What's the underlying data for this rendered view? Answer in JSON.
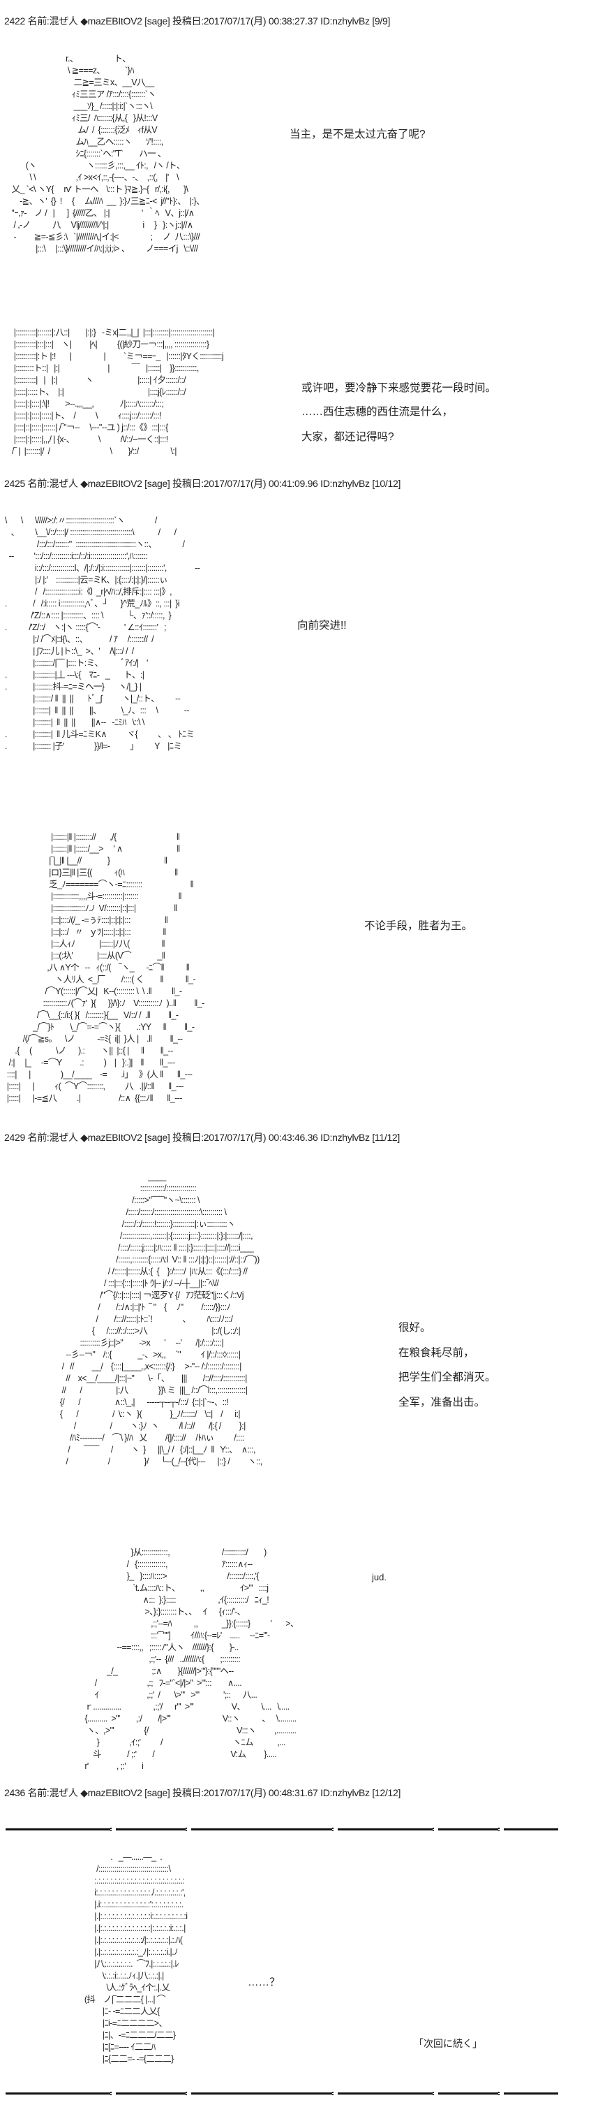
{
  "posts": [
    {
      "header": "2422 名前:混ぜ人 ◆mazEBItOV2 [sage] 投稿日:2017/07/17(月) 00:38:27.37 ID:nzhylvBz [9/9]"
    },
    {
      "header": "2425 名前:混ぜ人 ◆mazEBItOV2 [sage] 投稿日:2017/07/17(月) 00:41:09.96 ID:nzhylvBz [10/12]"
    },
    {
      "header": "2429 名前:混ぜ人 ◆mazEBItOV2 [sage] 投稿日:2017/07/17(月) 00:43:46.36 ID:nzhylvBz [11/12]"
    },
    {
      "header": "2436 名前:混ぜ人 ◆mazEBItOV2 [sage] 投稿日:2017/07/17(月) 00:48:31.67 ID:nzhylvBz [12/12]"
    }
  ],
  "dialogue": {
    "p1": "当主，是不是太过亢奋了呢?",
    "p2": [
      "或许吧，要冷静下来感觉要花一段时间。",
      "……西住志穗的西住流是什么，",
      "大家，都还记得吗?"
    ],
    "p3": "向前突进!!",
    "p4": "不论手段，胜者为王。",
    "p5": [
      "很好。",
      "在粮食耗尽前，",
      "把学生们全都消灭。",
      "全军，准备出击。"
    ],
    "p6": "jud.",
    "p7": "……？",
    "end": "「次回に続く」"
  },
  "aa": {
    "a1": "                              r.、                  ト、\n                               \\ ≧===z、          `}ﾊ\n                                  二≧=三ミx、__V八__\n                                 ｨﾐ三三ア /ｱ:::/::::{:::::::`ヽ\n                                  ___ｿ}_ /:::::|:|:i:|`ヽ:::ヽ\\\n                                 ｨﾐ三/  ﾊ:::::::{从,{   }从!:::V\n                                    ム/  /  {:::::::{泛ﾒ    ｨf从V\n                                   ムﾊ__乙ヘ:::::ヽ       ｿ'!::::,\n                                   ｼﾆ{:::::::`ヘ:\"T`        ハ一 、\n          (ヽ                         ヽ::::::彡,:::,__ ｲﾄ:,   /ヽ /ト、\n            \\ \\                    ,ｲ >x<ｲ,::,-{----、-、  ,::(,    |'    \\\n   乂_ `<\\ ヽY{     rv' ト一へ    \\:::ト }ﾏ≧.}ｰ{   r/,:i{,       }\\\n       -≧、ヽ'  {}  !     {     ム///ﾊ  __  }:}ﾉ三≧ﾆ-<  j//\"ﾄ}:、  |:}、\n   ''ｰ,ｧ-    ノ /   |      ]  {/////乙、 |:|                '  ｀ﾍ   V、j::|/∧\n    / ,-ノ           八     Vlj////////ﾙ^|:|                 i     }   }:ヽj::|//∧\n    -         ≧=-≦彡:\\   `|////////ﾊ,|イ:|<                ;     ノ  八:::\\}///\n               |:::\\     |:::\\}/////////イ/ﾊ:|;i;i;i> 、        ノ===イj   \\::\\///",
    "a2": "  |::::::::::|:::::::|:八::|        |:|:}   -ミx|二,,|_|  |:::|::::::::|:::::::::::::::::::::|\n  |::::::::::|:::|:::|    ヽ|         |ﾍ|          {(|紗刀ￚ￢:::|,,,, ::::::::::::::::}\n  |::::::::::|:ト |:!       |                |         `ミ￢==ｰ_   |::::::|ﾀYく:::::::::::j\n  |:::::::::ト::|   |:|                        |           ￣   |::::::|    }}:::::::::::,\n  |::::::::::|   |   |:|              ヽ                      |:::::| ｲ夕::::::/::/\n  |:::::|:::::ト、  |:|                                          |::::j{ﾚ::::::/::/\n  |:::::|:|::::|:\\|!        >-‐.,,,__,             ﾉ|:::::ﾊ:::::::/:::;\n  |:::::|:|::::|:::::|ト、  /          \\          ｨ::::j:::/::::::/:::!\n  |::::|::|:::::|::::::| /‾\"￢‐‐     \\‐-‐\"‐‐ユ ) j::/:::《》:::|:::{\n  |:::::|:|:::::|,,,/ | {x‐、            \\          /\\/::/‐‐一く::|:::!\n /‾ |  |:::::::|/  /                              \\        }/::/                \\:|",
    "a3": " \\       \\      \\/////>:/:〃::::::::::::::::::::::::`ヽ               /\n    、        \\__\\/::/::::|/ :::::::::::::::::::::::::::::::\\            /       /\n                 /:::/:::/:::::::\"  ::::::::::::::::::::::::::::::ヽ::、             /\n   ‐‐          ':::/:::/::::::::::i:::/::/:i::::::::::::::::::',ﾊ:::::::\n                i::/:::/::::::::::::l、/|:/::/|:i:::::::::::::|:::::::|::::::::',              ‐‐\n                |:/ |:'    :::::::::::|云=ミK、|:{::::/:|:|:}/|::::::ぃ\n                /   /:::::::::::::::::i:《l  _r|ﾍ/ﾊ::/,排斥:|:::: :::|》,\n .             /   /:i::::: i::::::::::::,ﾍﾞ、┘      }^荒_ﾉﾙ》::, :::|  }i\n              /'Z/::∧:::: |::::::::::、:::: \\            └、ｧ'::/:::::,  }\n .           /'Z/::/    ヽ:|ヽ :::::{⌒'‐            ' ∠::ｲ:::::::'   ;\n               |:/ /⌒ﾒ|::l{\\、::、           / ｱ     /::::::://  /\n               | ∫ﾌ::::儿 |ト::\\_  >、'     /\\|:::/ /  /\n               |:::::::::/|‾‾‾ |::::ト:ミ、         ﾞｱｲ:/|    '\n .             |::::::::::|丄 ‐‐‐\\:{    ﾏﾆ‐   _       ト、:|\n .             |:::::::::抖‐=ﾆ=ミヘ一}       ヽ/|_} |\n               |::::::::/ ‖  ||  ||       ﾄﾞ_∫          ヽ|_/::ト、        ‐‐\n               |:::::::|  ‖  ||  ||        ||、          \\_ﾉ、:::     \\             ‐‐\n               |::::::::|  ‖  ||  ||        ||∧‐‐   ‐ﾆﾐﾊ   \\::\\ \\\n .             |::::::::|  ‖ 儿斗=ﾆミK∧          ヾ{          、 、 ﾄﾆミ\n .             |:::::::: |子'               }}/l=‐          」        Y    |ﾆミ",
    "a4": "                        |:::::::|‖ |:::::::://       ,/{                              ‖\n                        |:::::::|‖ |::::::/__>     ' ∧                           ‖\n                       |‾|_|‖ |__//             }                           ‖\n                       |ロ}三|‖ |三{(           ｨ(ﾊ                         ‖\n                       乏_ﾉ=======⌒ヽ‐=ﾆ::::::::                        ‖\n                        |:::::::::::::,,,,斗‐=::::::::::|:::::::                    ‖\n                        |::::::::::::::::ﾉ.ﾉ  V/:::::::|::|:::|                   ‖\n                        |:::|::::/(/_ ‐=ぅﾃ::::|::|:|:|:::                 ‖\n                        |:::|:::/   〃   ｙﾂ|:::::|::|:|:::                ‖\n                        |:::人ｨﾉ            |::::::|ﾉ八(                ‖\n                        |:::(:圦'            |::::从(V⌒             _‖\n                      ,八 ∧Y个   ‐‐   ｨ(::/(    ‾ヽ_      ‐ﾆ⌒‖           ‖\n                          ヽ人ﾘ人  <_厂        /::::( く        ‖           ‖_-\n                     /⌒Y(::::::|/⌒乂|   K‐‐(::::::::: \\  \\ .‖          ‖_-\n                    ::::::::::::ﾉ(⌒ｧ'  }{      }}/\\}:ﾉ    V::::::::::ﾉ  )..‖         ‖_-\n                 /⌒\\__{::/i:{ }{   /::::::::}{__   V/::/ /  .‖         ‖_-\n               _/⌒}ﾄ        \\_/⌒=‐=⌒ヽ}{        .:YY      ‖         ‖_-\n          /(/⌒≧s。    \\ノ           ‐=ﾐ{  i||  }人 |    .‖         ‖_--\n      .{     (            \\ノ      ).:        ヽ||  |::{ |      ‖        ‖_--\n   /:|     |_     ‐=⌒Y         .:          )    |   }:.]|    ‖        ‖_---\n  ::::|      |               )__/____    ‐=       .i」   》(人 ‖       ‖_---\n  |:::::|      |          ｨ(  ⌒Y⌒::::::::,          八   .||/::‖       ‖_---\n  |:::::|      |‐=≦八          .|                   /::∧  {{:::ﾉ‖       ‖_---",
    "a5": "                                              ____\n                                          ::::::::::::/:::::::::::::::\n                                      /:::::>\"‾‾‾‾‾\"ヽ~\\::::::: \\\n                                   /:::::/::::::/:::::::::::::::::::::::\\:::::::::: \\\n                                 /:::::/::/::::::!:::::::}:::::::::::|:ぃ::::::::::ヽ\n                                /::::::::::::::,:::::::|:{::::::::j::::}::::::::|:}:|::::::/|::::,\n                               /::::/::::::j:::::|:ﾊ::::: ‖ ::::|:}::::::|::::|:::://|::::i___\n                              /::::::,::::::::{:::::ﾊ:l  V:: ‖ :::ﾉ|:|:}::|::::::|://::|::/⌒))\n                          / /::::::|::::::从:{  {    }:/:::::/  |ﾊ:从:::《(:::/::::} //\n                        / :::|:::{:::|:::::|ﾄ ｳ|‐‐ j/::/ ‐‐/‐┼__||::‾ﾍ\\//\n                      /\"⌒{/::|:::|::::| ￢逕歹Y {/   ｱﾌ茫砭\"|j:::く/::Vj\n                     /        /::/∧:|::|'ﾄ  ‾ \"    {     ﾉ\"         /:::::/}}:::ﾉ\n                    /        /::://:::::|:ﾄ::`!               、        ﾊ::::/ﾉ:::/\n                  {      /:::://::/::::>八                                |::/(し::/:|\n            ::::::::::彡j::|>\"        ->x       '     ‐-'       /|:/::::/::::|\n     ‐‐彡‐‐￢\"    /::{             _‐、>x,,     `\"          ｲ |/::/:::◊::::::|\n   /   //         __/    {::::|____,,x<::::::{/:}     >‐\"‐‐ /:/:::::::/::::::::|\n     //    x<__/____/|:::|~\"       \\‐「、      |||        /:://::::/:::::::::::|\n   //       /                 |:八               }}\\ ミ  |||_ /::/⌒l:::,::::::::::::::|\n  {/       /                 ∧::\\_,|      ‐‐‐‐‐┬‐‐┬‐/:::/  {::|:|`~‐、::!\n  {       /                 /  \\::ヽ  }(              }_ﾉ/::::::/    \\::|    /      i:|\n         /                 /         ヽ:}ﾉ  ヽ          /l /:://       /|:{ /         }:|\n       /ﾊﾐ‐‐‐‐‐‐‐‐‐/    ⌒\\ }/ﾊ   乂         /{|/:::://     /ﾄﾊぃ          /::::\n      /       ‾‾‾‾‾‾      /         ヽ  }      ||\\_/ /   {:/|::|__ﾉ  ‖   Y::、  ∧:::,\n     /                    /                 }/      └‐‐(_/‐‐{代|‐‐‐      |::} /         ヽ::,",
    "a6": "                                    }从:::::::::::::,                          /:::::::::::/        )\n                                  /   {::::::::::::::,                           ｱ::::::∧ｨ‐‐\n                                  }_   }::::ﾊ::::>                              /:::::::/::::,'{\n                                     `t.ム::::ﾊ::ト、          ,,                  ｲ>\"'   ::::j\n                                          ∧:::  }:}:::::                     ,ｲ{::::::::::/   ﾆｨ_!\n                                           >、}:}::::::::ト、、   ｲ      {ｨ:::/'‐、\n                                              ,:;'‐-=ﾊ           ,,            _}}:{::::::}          '       >、\n                                              :::'‾‾\"\"]          ｲ//ﾊ:{‐‐=ﾚ'    .....     ‐‐ﾆ=\"'‐\n                             ‐‐==::::,,   ;:::::ﾉ\"人ヽ    ///////}:{        }‐..\n                                             ,:;'‐‐  {///   ..//////ﾊ:{        ;:::::::::\n                        _/_                 ;:∧        }{//////|>\"'}:{\"\"\"ヘ‐‐\n                  /                         ,:;   ﾌ‐=\"`<|/|>\"  >\"':::        ∧....\n                  ｲ                        ,:;'  /       \\>\"'   >\"'            ';::      八...\n             ｒ..............                ,:;'/      r\"'  >\"'                   V、        \\....   \\.....\n             {..........  >\"'        ,:/        /|>\"'                          V::ヽ           、   \\.........\n              ヽ、,>\"'               {/                                            V:::ヽ         ,..........\n                   }               ,ｲ:;'          /                                   ヽﾆム            ,...\n                 斗             / ;:'        /                                      V:ム         }.....\n             r'              , ;:'        i",
    "a7": "              .   _—......—_  .\n       /:::::::::::::::::::::::::::::::::::\\\n      :.:.:.:.:.:.:.:.:.:.:.:.:.:.:.:.:.:.:.:.:.:.:\n      i:.:.:.:.:.:.:.:.:.:.:.:.:.:./.:.:.:.:.:.:.:',\n      |.i:.:.:.:.:.:.:.:.:.:.:.:.:':.:.:.:.:.:.:.:.\n      |.|:.:.:.:.:.:.:.:.:.:.:.:.:i:.:.:.:.:.:.:.:.:i\n      |.|:.:.:.:.:.:.:.:.:.:.:.:.:|:.:.:.:.:i:.:.:.|\n      |.|:.:.:.:.:.:.:.:.:.:.:/|:.:.:.:.:.:|.:.ﾊ(\n      |.|:.:.:.:.:.:.:.:.:.:_ﾉ|:.:.:.:.:i.|.ﾉ\n      |八:.:.:.:.:.:.:.  ⌒ﾌ.|:.:.:.:.:|.ﾚ\n          \\:.:.:i:.:.:.ﾉｨ.|八:.:.:|.|\n            \\人.:ｸﾞﾗﾍ_ｲ个:.|.乂\n (抖    ノ|‾二二二{ |...| ⌒\n          |ﾆ‐ ‐=ﾆ二二人乂{\n          |ﾆi‐=ﾆ二二二二>、\n          |ﾆ|、‐=ﾆ二二二/二二}\n          |ﾆ[ﾆ=‐‐‐‐ ｲ二二ﾊ\n          |ﾆ{二二=‐ ‐={二二二}"
  }
}
